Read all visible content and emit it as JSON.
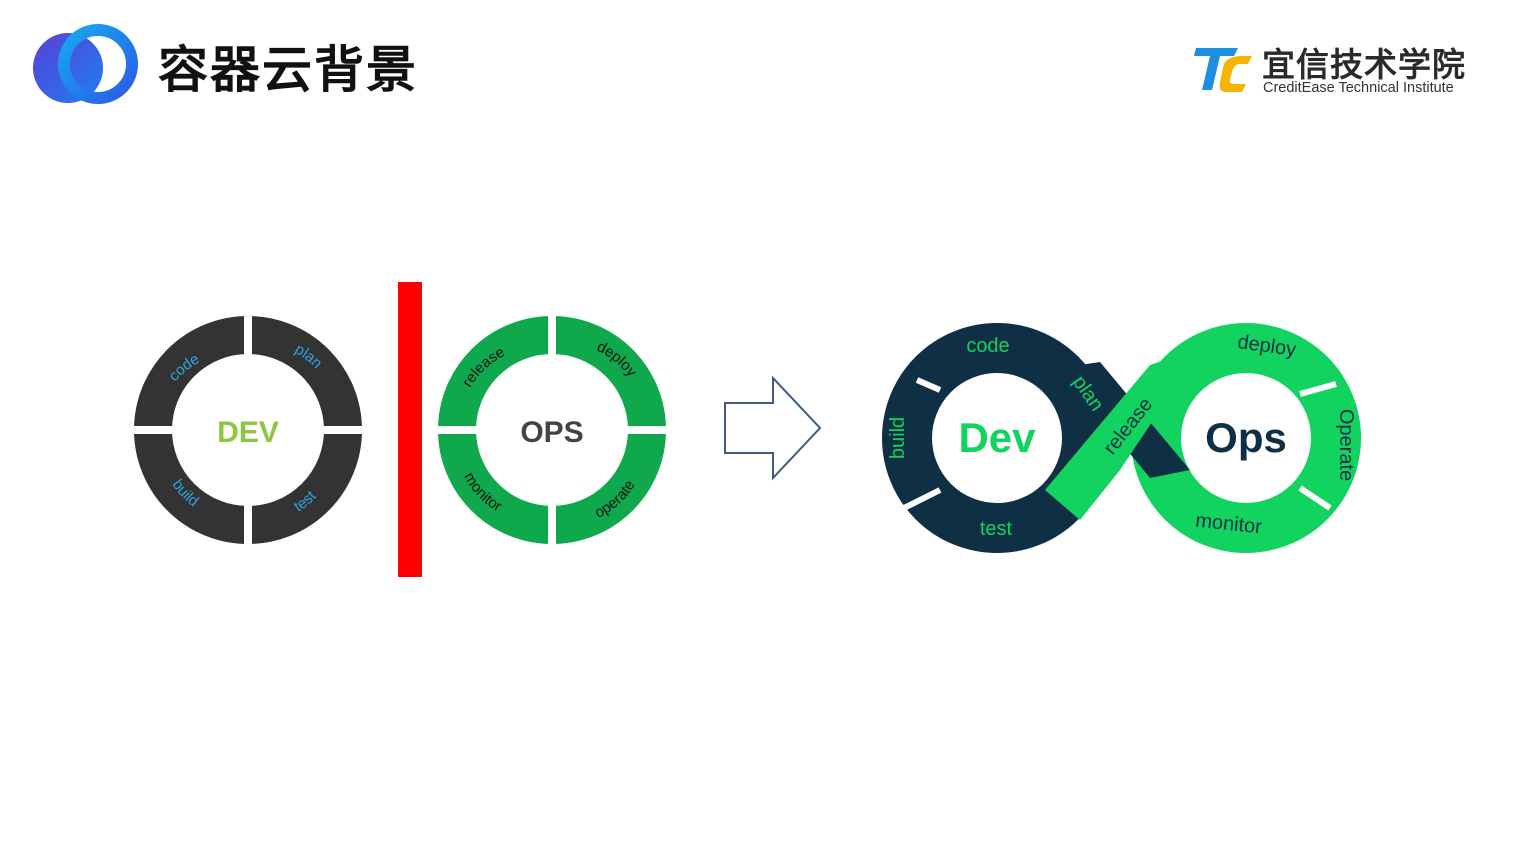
{
  "header": {
    "title": "容器云背景",
    "brand_cn": "宜信技术学院",
    "brand_en": "CreditEase Technical Institute"
  },
  "colors": {
    "dev_dark": "#333333",
    "dev_label": "#8dc63f",
    "stage_blue": "#2fa3e0",
    "ops_green": "#0fa84d",
    "divider_red": "#ff0000",
    "inf_dark": "#0e2f44",
    "inf_green": "#12d35f"
  },
  "left_diagram": {
    "dev": {
      "label": "DEV",
      "stages": [
        "code",
        "plan",
        "build",
        "test"
      ]
    },
    "ops": {
      "label": "OPS",
      "stages": [
        "release",
        "deploy",
        "monitor",
        "operate"
      ]
    }
  },
  "right_diagram": {
    "dev_label": "Dev",
    "ops_label": "Ops",
    "stages": {
      "code": "code",
      "plan": "plan",
      "build": "build",
      "test": "test",
      "release": "release",
      "deploy": "deploy",
      "operate": "Operate",
      "monitor": "monitor"
    }
  }
}
